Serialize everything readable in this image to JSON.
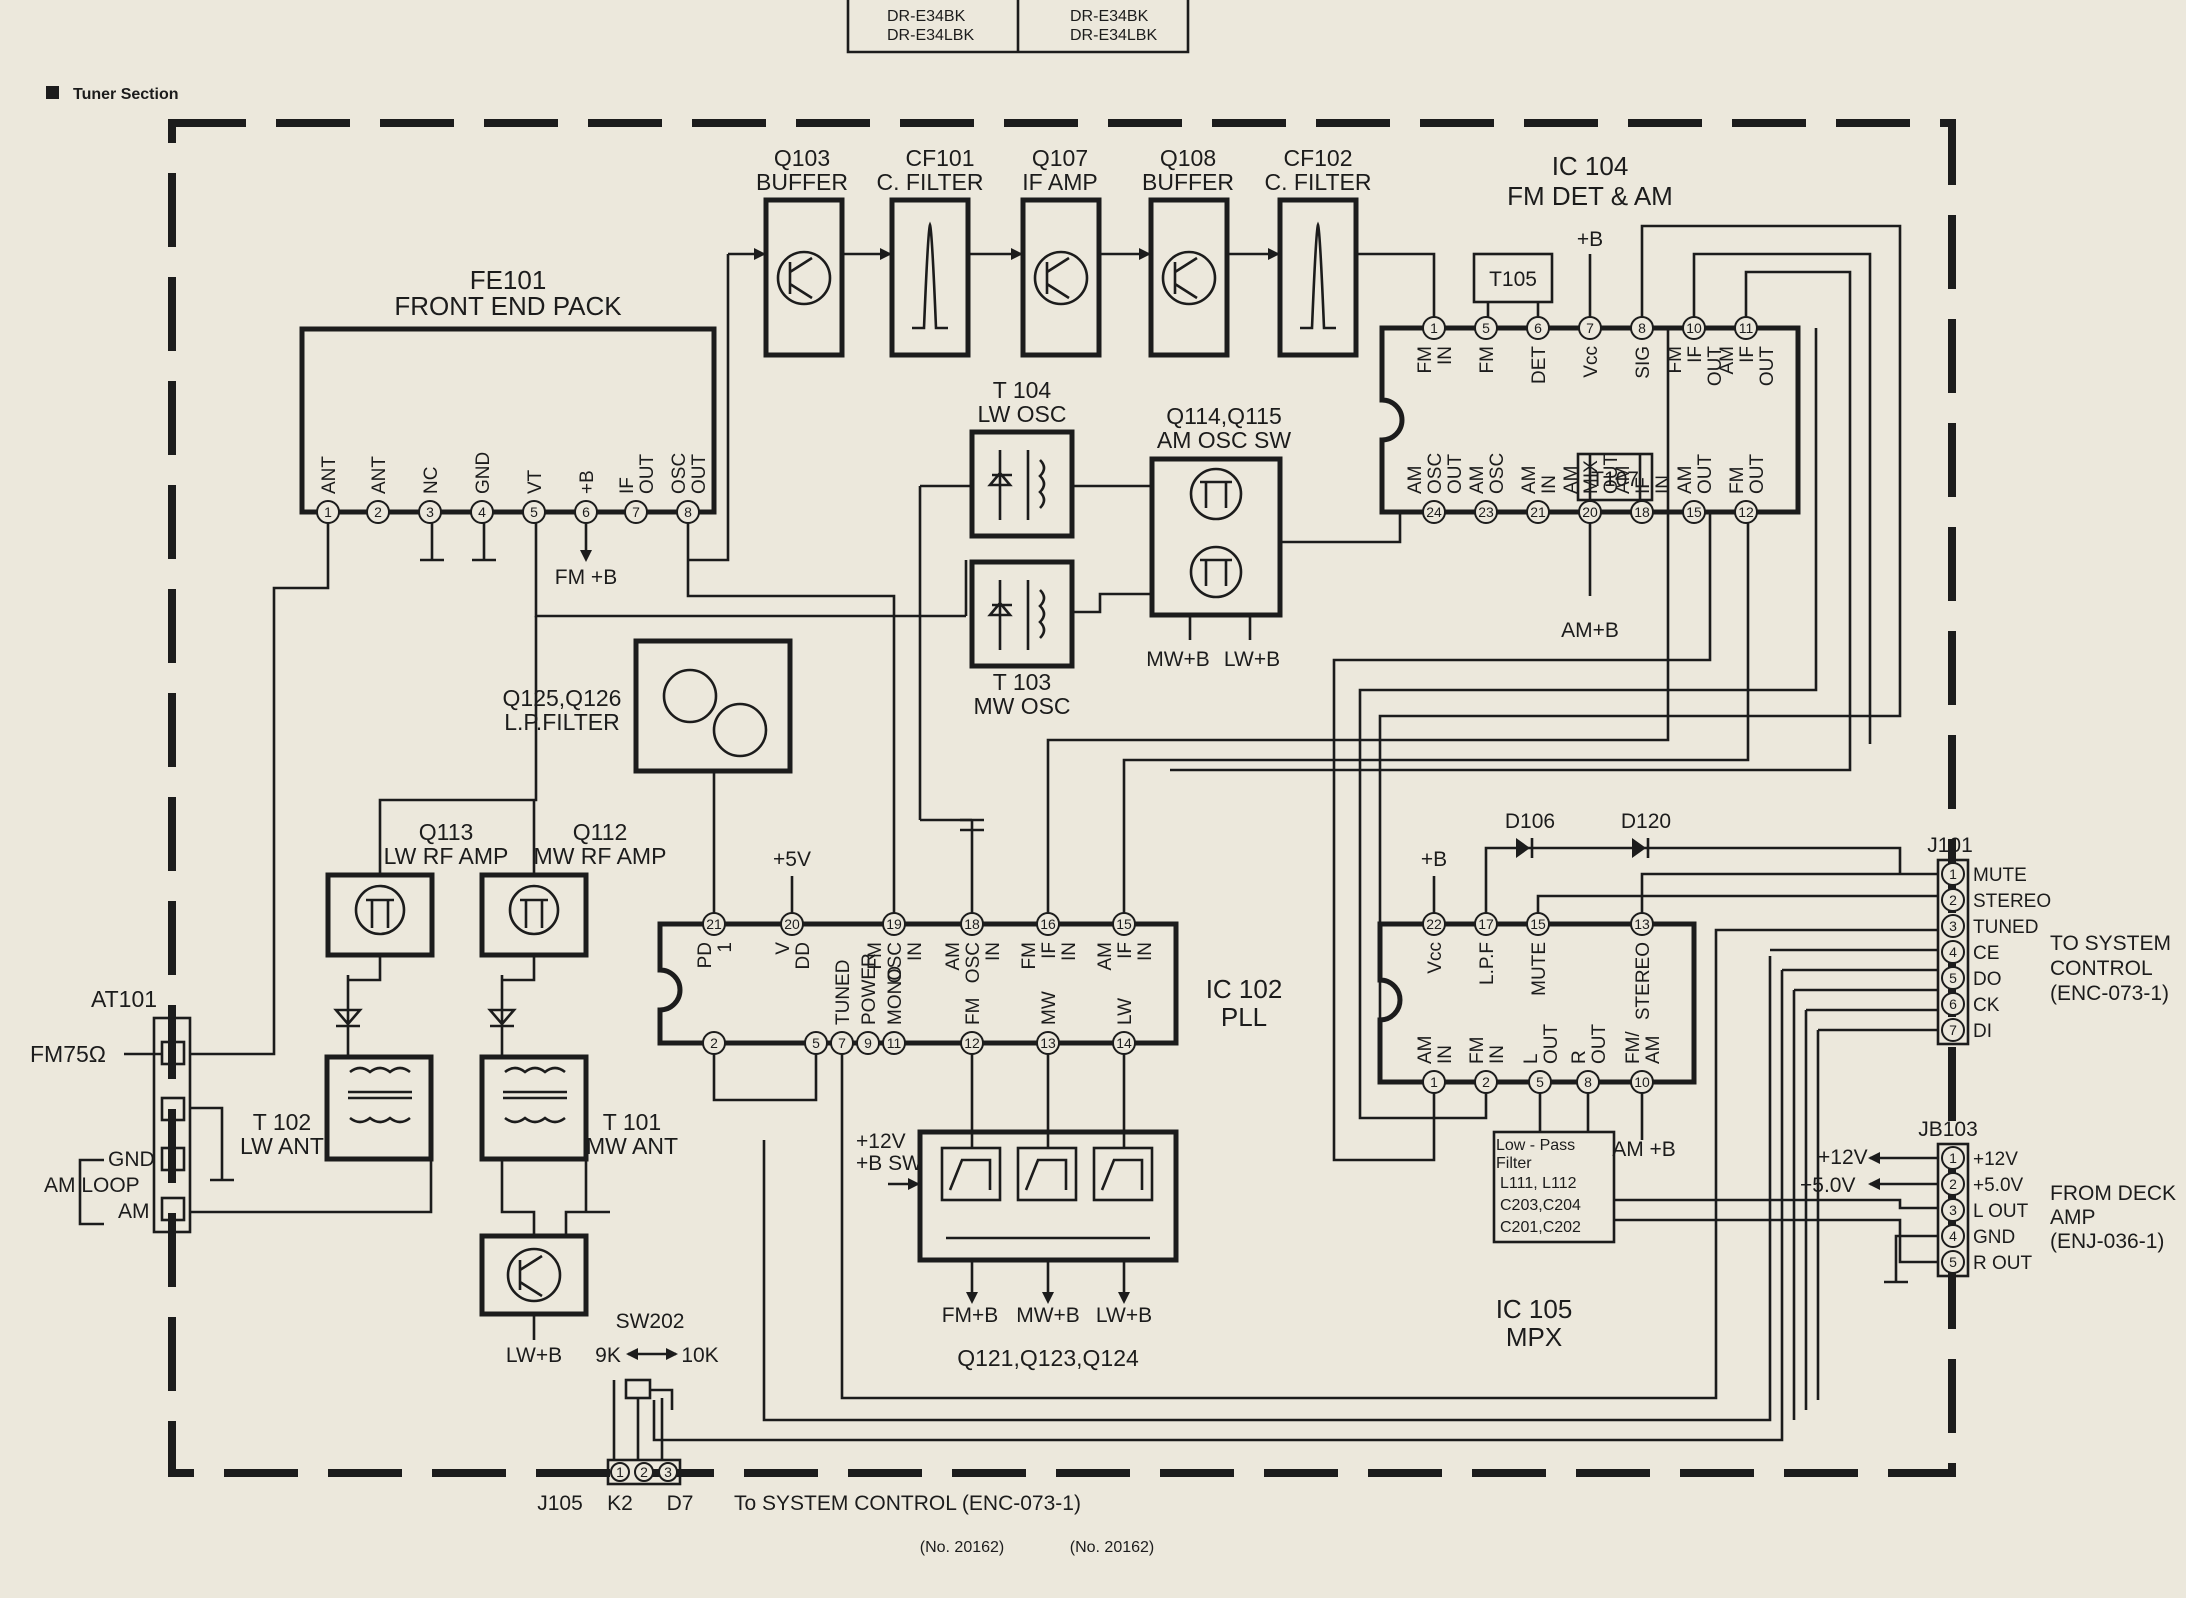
{
  "header": {
    "models_left": [
      "DR-E34BK",
      "DR-E34LBK"
    ],
    "models_right": [
      "DR-E34BK",
      "DR-E34LBK"
    ],
    "section_title": "Tuner Section"
  },
  "blocks": {
    "q103": [
      "Q103",
      "BUFFER"
    ],
    "cf101": [
      "CF101",
      "C. FILTER"
    ],
    "q107": [
      "Q107",
      "IF AMP"
    ],
    "q108": [
      "Q108",
      "BUFFER"
    ],
    "cf102": [
      "CF102",
      "C. FILTER"
    ],
    "ic104": [
      "IC 104",
      "FM DET & AM"
    ],
    "fe101": [
      "FE101",
      "FRONT END PACK"
    ],
    "t104": [
      "T 104",
      "LW OSC"
    ],
    "q114": [
      "Q114,Q115",
      "AM OSC SW"
    ],
    "t103": [
      "T 103",
      "MW OSC"
    ],
    "q125": [
      "Q125,Q126",
      "L.P.FILTER"
    ],
    "q113": [
      "Q113",
      "LW RF AMP"
    ],
    "q112": [
      "Q112",
      "MW RF AMP"
    ],
    "ic102": [
      "IC 102",
      "PLL"
    ],
    "ic105": [
      "IC 105",
      "MPX"
    ],
    "t102": [
      "T 102",
      "LW ANT"
    ],
    "t101": [
      "T 101",
      "MW ANT"
    ],
    "q121": "Q121,Q123,Q124",
    "t105": "T105",
    "t107": "T107",
    "at101": "AT101",
    "sw202": "SW202",
    "sw202_pos": [
      "9K",
      "10K"
    ],
    "d106": "D106",
    "d120": "D120",
    "lpf": [
      "Low - Pass",
      "Filter",
      "L111, L112",
      "C203,C204",
      "C201,C202"
    ]
  },
  "fe101_pins": [
    {
      "n": "1",
      "label": "ANT"
    },
    {
      "n": "2",
      "label": "ANT"
    },
    {
      "n": "3",
      "label": "NC"
    },
    {
      "n": "4",
      "label": "GND"
    },
    {
      "n": "5",
      "label": "VT"
    },
    {
      "n": "6",
      "label": "+B"
    },
    {
      "n": "7",
      "label": "IF OUT"
    },
    {
      "n": "8",
      "label": "OSC OUT"
    }
  ],
  "ic104_top_pins": [
    {
      "n": "1",
      "label": "FM IN"
    },
    {
      "n": "5",
      "label": "FM"
    },
    {
      "n": "6",
      "label": "DET"
    },
    {
      "n": "7",
      "label": "Vcc"
    },
    {
      "n": "8",
      "label": "SIG"
    },
    {
      "n": "10",
      "label": "FM IF OUT"
    },
    {
      "n": "11",
      "label": "AM IF OUT"
    }
  ],
  "ic104_bottom_pins": [
    {
      "n": "24",
      "label": "AM OSC OUT"
    },
    {
      "n": "23",
      "label": "AM OSC"
    },
    {
      "n": "21",
      "label": "AM IN"
    },
    {
      "n": "20",
      "label": "AM MIX OUT"
    },
    {
      "n": "18",
      "label": "AM IF IN"
    },
    {
      "n": "15",
      "label": "AM OUT"
    },
    {
      "n": "12",
      "label": "FM OUT"
    }
  ],
  "ic102_top_pins": [
    {
      "n": "21",
      "label": "PD 1"
    },
    {
      "n": "20",
      "label": "V DD"
    },
    {
      "n": "19",
      "label": "FM OSC IN"
    },
    {
      "n": "18",
      "label": "AM OSC IN"
    },
    {
      "n": "16",
      "label": "FM IF IN"
    },
    {
      "n": "15",
      "label": "AM IF IN"
    }
  ],
  "ic102_bottom_pins": [
    {
      "n": "2",
      "label": ""
    },
    {
      "n": "5",
      "label": ""
    },
    {
      "n": "7",
      "label": "TUNED"
    },
    {
      "n": "9",
      "label": "POWER"
    },
    {
      "n": "11",
      "label": "MONO"
    },
    {
      "n": "12",
      "label": "FM"
    },
    {
      "n": "13",
      "label": "MW"
    },
    {
      "n": "14",
      "label": "LW"
    }
  ],
  "ic105_top_pins": [
    {
      "n": "22",
      "label": "Vcc"
    },
    {
      "n": "17",
      "label": "L.P.F"
    },
    {
      "n": "15",
      "label": "MUTE"
    },
    {
      "n": "13",
      "label": "STEREO"
    }
  ],
  "ic105_bottom_pins": [
    {
      "n": "1",
      "label": "AM IN"
    },
    {
      "n": "2",
      "label": "FM IN"
    },
    {
      "n": "5",
      "label": "L OUT"
    },
    {
      "n": "8",
      "label": "R OUT"
    },
    {
      "n": "10",
      "label": "FM/ AM"
    }
  ],
  "j101": {
    "name": "J101",
    "pins": [
      {
        "n": "1",
        "label": "MUTE"
      },
      {
        "n": "2",
        "label": "STEREO"
      },
      {
        "n": "3",
        "label": "TUNED"
      },
      {
        "n": "4",
        "label": "CE"
      },
      {
        "n": "5",
        "label": "DO"
      },
      {
        "n": "6",
        "label": "CK"
      },
      {
        "n": "7",
        "label": "DI"
      }
    ],
    "target": [
      "TO SYSTEM",
      "CONTROL",
      "(ENC-073-1)"
    ]
  },
  "jb103": {
    "name": "JB103",
    "pins": [
      {
        "n": "1",
        "label": "+12V"
      },
      {
        "n": "2",
        "label": "+5.0V"
      },
      {
        "n": "3",
        "label": "L OUT"
      },
      {
        "n": "4",
        "label": "GND"
      },
      {
        "n": "5",
        "label": "R OUT"
      }
    ],
    "left_labels": [
      "+12V",
      "+5.0V"
    ],
    "target": [
      "FROM DECK",
      "AMP",
      "(ENJ-036-1)"
    ]
  },
  "j105": {
    "name": "J105",
    "pins": [
      "1",
      "2",
      "3"
    ],
    "labels": [
      "K2",
      "D7"
    ],
    "target": "To SYSTEM CONTROL (ENC-073-1)"
  },
  "antenna_labels": [
    "FM75Ω",
    "GND",
    "AM LOOP",
    "AM"
  ],
  "power_labels": {
    "fm_b": "FM +B",
    "am_b": "AM+B",
    "mw_b": "MW+B",
    "lw_b": "LW+B",
    "plus_b": "+B",
    "plus5v": "+5V",
    "plus12v": "+12V",
    "b_sw": "+B SW",
    "am_b2": "AM +B",
    "lw_b2": "LW+B",
    "plus_b2": "+B",
    "fm_b2": "FM+B",
    "mw_b2": "MW+B",
    "lw_b3": "LW+B"
  },
  "footer": [
    "(No. 20162)",
    "(No. 20162)"
  ]
}
